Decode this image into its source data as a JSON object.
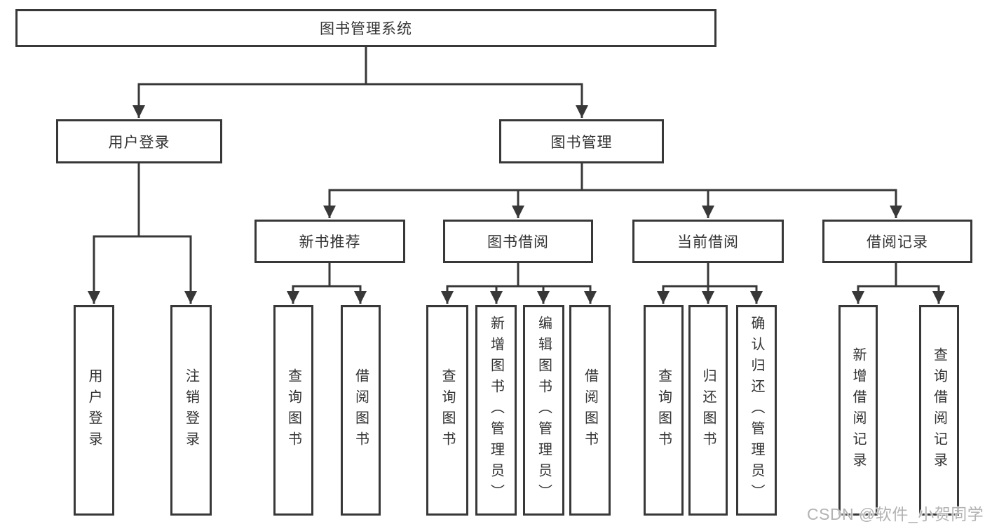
{
  "diagram": {
    "root": {
      "label": "图书管理系统"
    },
    "user_login": {
      "label": "用户登录",
      "children": [
        {
          "label": "用户登录"
        },
        {
          "label": "注销登录"
        }
      ]
    },
    "book_mgmt": {
      "label": "图书管理",
      "modules": [
        {
          "label": "新书推荐",
          "children": [
            {
              "label": "查询图书"
            },
            {
              "label": "借阅图书"
            }
          ]
        },
        {
          "label": "图书借阅",
          "children": [
            {
              "label": "查询图书"
            },
            {
              "label": "新增图书（管理员）"
            },
            {
              "label": "编辑图书（管理员）"
            },
            {
              "label": "借阅图书"
            }
          ]
        },
        {
          "label": "当前借阅",
          "children": [
            {
              "label": "查询图书"
            },
            {
              "label": "归还图书"
            },
            {
              "label": "确认归还（管理员）"
            }
          ]
        },
        {
          "label": "借阅记录",
          "children": [
            {
              "label": "新增借阅记录"
            },
            {
              "label": "查询借阅记录"
            }
          ]
        }
      ]
    },
    "watermark": "CSDN @软件_小贺同学"
  },
  "colors": {
    "line": "#383838",
    "text": "#333333",
    "watermark": "#b3b3b3",
    "background": "#ffffff"
  }
}
